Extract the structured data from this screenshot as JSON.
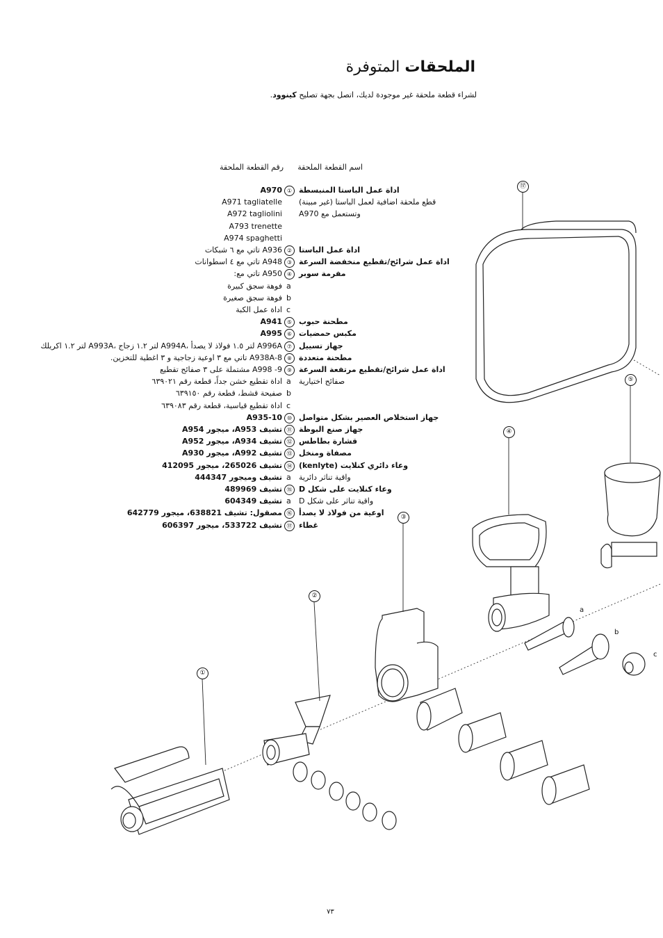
{
  "title": {
    "bold": "الملحقات",
    "rest": "المتوفرة"
  },
  "intro": {
    "text": "لشراء قطعة ملحقة غير موجودة لديك، اتصل بجهة تصليح ",
    "brand": "كينوود",
    "end": "."
  },
  "headers": {
    "name": "اسم القطعة الملحقة",
    "number": "رقم القطعة الملحقة"
  },
  "rows": [
    {
      "badge": "①",
      "name": "اداة عمل الباستا المنبسطة",
      "name_bold": true,
      "number": "A970",
      "num_bold": true
    },
    {
      "name": "قطع ملحقة اضافية لعمل الباستا (غير مبينة)",
      "number": "A971 tagliatelle"
    },
    {
      "name": "وتستعمل مع A970",
      "number": "A972 tagliolini"
    },
    {
      "number": "A793 trenette"
    },
    {
      "number": "A974 spaghetti"
    },
    {
      "badge": "②",
      "name": "اداة عمل الباستا",
      "name_bold": true,
      "number": "A936 تاتي مع ٦ شبكات"
    },
    {
      "badge": "③",
      "name": "اداة عمل شرائح/تقطيع منخفضة السرعة",
      "name_bold": true,
      "number": "A948 تاتي مع ٤ اسطوانات"
    },
    {
      "badge": "④",
      "name": "مفرمة سوبر",
      "name_bold": true,
      "number": "A950 تاتي مع:"
    },
    {
      "letter": "a",
      "number": "فوهة سجق كبيرة"
    },
    {
      "letter": "b",
      "number": "فوهة سجق صغيرة"
    },
    {
      "letter": "c",
      "number": "اداة عمل الكبة"
    },
    {
      "badge": "⑤",
      "name": "مطحنة حبوب",
      "name_bold": true,
      "number": "A941",
      "num_bold": true
    },
    {
      "badge": "⑥",
      "name": "مكبس حمضيات",
      "name_bold": true,
      "number": "A995",
      "num_bold": true
    },
    {
      "badge": "⑦",
      "name": "جهاز تسييل",
      "name_bold": true,
      "number": "A996A لتر ١.٥ فولاذ لا يصدأ ،A994A لتر ١.٢ زجاج ،A993A لتر ١.٢ اكريلك"
    },
    {
      "badge": "⑧",
      "name": "مطحنة متعددة",
      "name_bold": true,
      "number": "8-A938A تاتي مع ٣ اوعية زجاجية و ٣ اغطية للتخزين."
    },
    {
      "badge": "⑨",
      "name": "اداة عمل شرائح/تقطيع مرتفعة السرعة",
      "name_bold": true,
      "number": "A998 -9 مشتملة على ٣ صفائح تقطيع"
    },
    {
      "letter": "a",
      "name": "صفائح اختيارية",
      "number": "اداة تقطيع خشن جداً، قطعة رقم ٦٣٩٠٢١"
    },
    {
      "letter": "b",
      "number": "صفيحة قشط، قطعة رقم ٦٣٩١٥٠"
    },
    {
      "letter": "c",
      "number": "اداة تقطيع قياسية، قطعة رقم ٦٣٩٠٨٣"
    },
    {
      "badge": "⑩",
      "name": "جهاز استخلاص العصير بشكل متواصل",
      "name_bold": true,
      "number": "10-A935",
      "num_bold": true
    },
    {
      "badge": "⑪",
      "name": "جهاز صنع البوظة",
      "name_bold": true,
      "number": "تشيف A953، ميجور A954",
      "num_bold": true
    },
    {
      "badge": "⑫",
      "name": "قشارة بطاطس",
      "name_bold": true,
      "number": "تشيف A934، ميجور A952",
      "num_bold": true
    },
    {
      "badge": "⑬",
      "name": "مصفاة ومنخل",
      "name_bold": true,
      "number": "تشيف A992، ميجور A930",
      "num_bold": true
    },
    {
      "badge": "⑭",
      "name": "وعاء دائري كنلايت (kenlyte)",
      "name_bold": true,
      "number": "تشيف 265026، ميجور 412095",
      "num_bold": true
    },
    {
      "letter": "a",
      "name": "واقية تناثر دائرية",
      "number": "تشيف وميجور 444347",
      "num_bold": true
    },
    {
      "badge": "⑮",
      "name": "وعاء كنلايت على شكل D",
      "name_bold": true,
      "number": "تشيف 489969",
      "num_bold": true
    },
    {
      "letter": "a",
      "name": "واقية تناثر على شكل D",
      "number": "تشيف 604349",
      "num_bold": true
    },
    {
      "badge": "⑯",
      "name": "اوعية من فولاذ لا يصدأ",
      "name_bold": true,
      "number": "مصقول: تشيف 638821، ميجور 642779",
      "num_bold": true
    },
    {
      "badge": "⑰",
      "name": "غطاء",
      "name_bold": true,
      "number": "تشيف 533722، ميجور 606397",
      "num_bold": true
    }
  ],
  "callouts": [
    "⑰",
    "⑤",
    "④",
    "③",
    "②",
    "①"
  ],
  "part_letters": [
    "a",
    "b",
    "c"
  ],
  "page_number": "٧٣"
}
